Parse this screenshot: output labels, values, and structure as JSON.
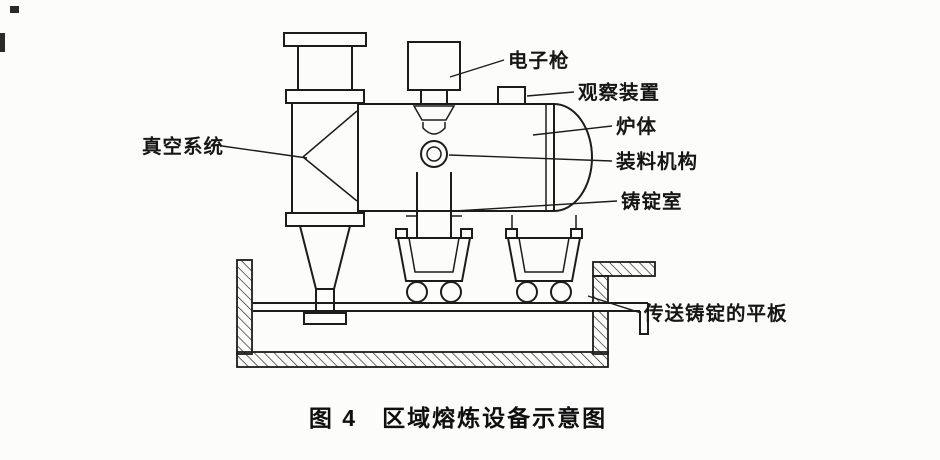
{
  "figure": {
    "caption": "图 4　区域熔炼设备示意图",
    "caption_number": "图 4",
    "caption_title": "区域熔炼设备示意图",
    "background_color": "#fcfcfa",
    "line_color": "#1c1c1c",
    "labels": {
      "vacuum_system": "真空系统",
      "electron_gun": "电子枪",
      "observation_device": "观察装置",
      "furnace_body": "炉体",
      "charging_mechanism": "装料机构",
      "ingot_chamber": "铸锭室",
      "conveyor_plate": "传送铸锭的平板"
    }
  }
}
